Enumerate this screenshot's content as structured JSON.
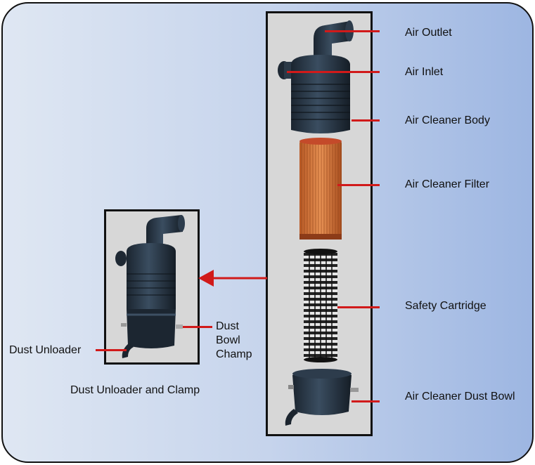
{
  "labels": {
    "air_outlet": "Air Outlet",
    "air_inlet": "Air Inlet",
    "air_cleaner_body": "Air Cleaner Body",
    "air_cleaner_filter": "Air Cleaner Filter",
    "safety_cartridge": "Safety Cartridge",
    "air_cleaner_dust_bowl": "Air Cleaner Dust Bowl",
    "dust_unloader": "Dust Unloader",
    "dust_bowl_clamp_1": "Dust",
    "dust_bowl_clamp_2": "Bowl",
    "dust_bowl_clamp_3": "Champ"
  },
  "caption": "Dust Unloader and Clamp",
  "colors": {
    "pointer": "#d11a1a",
    "part_dark": "#243241",
    "filter_orange": "#d9773a",
    "panel_bg": "#d7d7d7",
    "frame_gradient_left": "#dfe7f3",
    "frame_gradient_right": "#9db6e2"
  }
}
